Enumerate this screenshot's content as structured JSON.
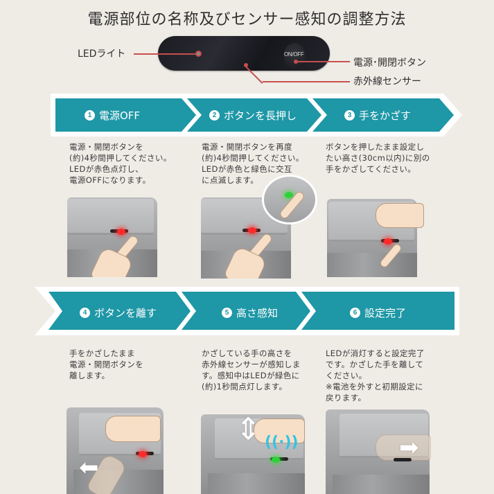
{
  "title": "電源部位の名称及びセンサー感知の調整方法",
  "device": {
    "button_text": "ON/OFF",
    "labels": {
      "led": "LEDライト",
      "power_button": "電源･開閉ボタン",
      "ir_sensor": "赤外線センサー"
    }
  },
  "colors": {
    "chevron": "#1e97a6",
    "chevron_border": "#ffffff",
    "background": "#efece6",
    "pointer": "#c94e4e",
    "led_red": "#ff2a2a",
    "led_green": "#2fd13a"
  },
  "steps": [
    {
      "num": "1",
      "label": "電源OFF",
      "description": "電源・開閉ボタンを\n(約)4秒間押してください。\nLEDが赤色点灯し、\n電源OFFになります。",
      "illustration": "finger-press-red-led"
    },
    {
      "num": "2",
      "label": "ボタンを長押し",
      "description": "電源・開閉ボタンを再度\n(約)4秒間押してください。\nLEDが赤色と緑色に交互\nに点滅します。",
      "illustration": "finger-press-red-green-led"
    },
    {
      "num": "3",
      "label": "手をかざす",
      "description": "ボタンを押したまま設定し\nたい高さ(30cm以内)に別の\n手をかざしてください。",
      "illustration": "hand-over-sensor"
    },
    {
      "num": "4",
      "label": "ボタンを離す",
      "description": "手をかざしたまま\n電源・開閉ボタンを\n離します。",
      "illustration": "release-button-arrow-left"
    },
    {
      "num": "5",
      "label": "高さ感知",
      "description": "かざしている手の高さを\n赤外線センサーが感知しま\nす。感知中はLEDが緑色に\n(約)1秒間点灯します。",
      "illustration": "height-sensing-arrow-updown"
    },
    {
      "num": "6",
      "label": "設定完了",
      "description": "LEDが消灯すると設定完了\nです。かざした手を離して\nください。\n※電池を外すと初期設定に\n戻ります。",
      "illustration": "remove-hand-arrow-right"
    }
  ]
}
